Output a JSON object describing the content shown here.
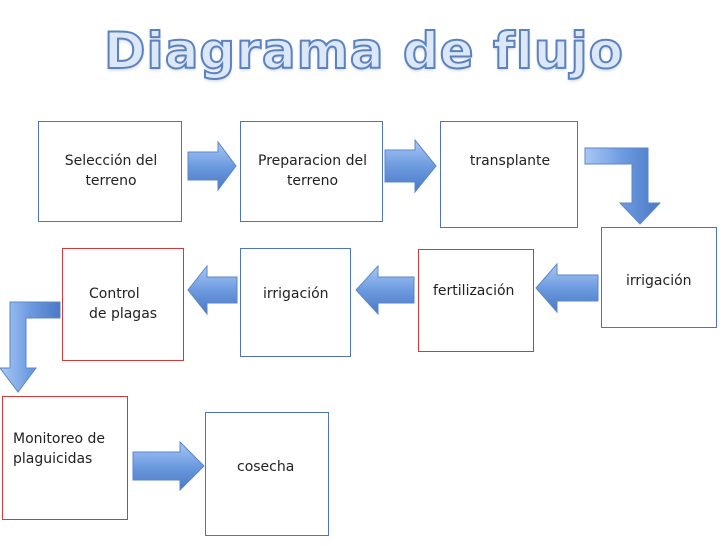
{
  "diagram": {
    "title": "Diagrama de flujo",
    "nodes": [
      {
        "id": "seleccion",
        "label": "Selección del\nterreno"
      },
      {
        "id": "preparacion",
        "label": "Preparacion del\nterreno"
      },
      {
        "id": "transplante",
        "label": "transplante"
      },
      {
        "id": "irrigacion1",
        "label": "irrigación"
      },
      {
        "id": "fertilizacion",
        "label": "fertilización"
      },
      {
        "id": "irrigacion2",
        "label": "irrigación"
      },
      {
        "id": "control",
        "label": "Control\nde plagas"
      },
      {
        "id": "monitoreo",
        "label": "Monitoreo de\nplaguicidas"
      },
      {
        "id": "cosecha",
        "label": "cosecha"
      }
    ],
    "edges": [
      [
        "seleccion",
        "preparacion"
      ],
      [
        "preparacion",
        "transplante"
      ],
      [
        "transplante",
        "irrigacion1"
      ],
      [
        "irrigacion1",
        "fertilizacion"
      ],
      [
        "fertilizacion",
        "irrigacion2"
      ],
      [
        "irrigacion2",
        "control"
      ],
      [
        "control",
        "monitoreo"
      ],
      [
        "monitoreo",
        "cosecha"
      ]
    ],
    "colors": {
      "box_border": "#4f74b8",
      "box_border_highlight": "#d23a3a",
      "arrow_fill": "#6d9be0",
      "title_fill": "#dce8f7",
      "title_stroke": "#5b82c0"
    }
  }
}
